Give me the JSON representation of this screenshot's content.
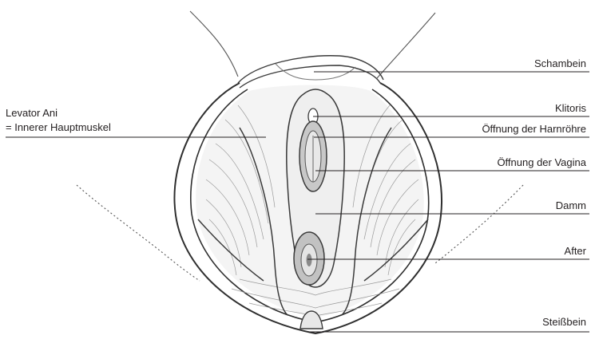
{
  "labels": {
    "levator_line1": "Levator Ani",
    "levator_line2": "= Innerer Hauptmuskel",
    "schambein": "Schambein",
    "klitoris": "Klitoris",
    "harnroehre": "Öffnung der Harnröhre",
    "vagina": "Öffnung der Vagina",
    "damm": "Damm",
    "after": "After",
    "steissbein": "Steißbein"
  },
  "colors": {
    "ink": "#231f20",
    "stroke": "#3a3a3a",
    "shade": "#bdbdbd",
    "light_shade": "#e6e6e6",
    "paper": "#ffffff"
  }
}
